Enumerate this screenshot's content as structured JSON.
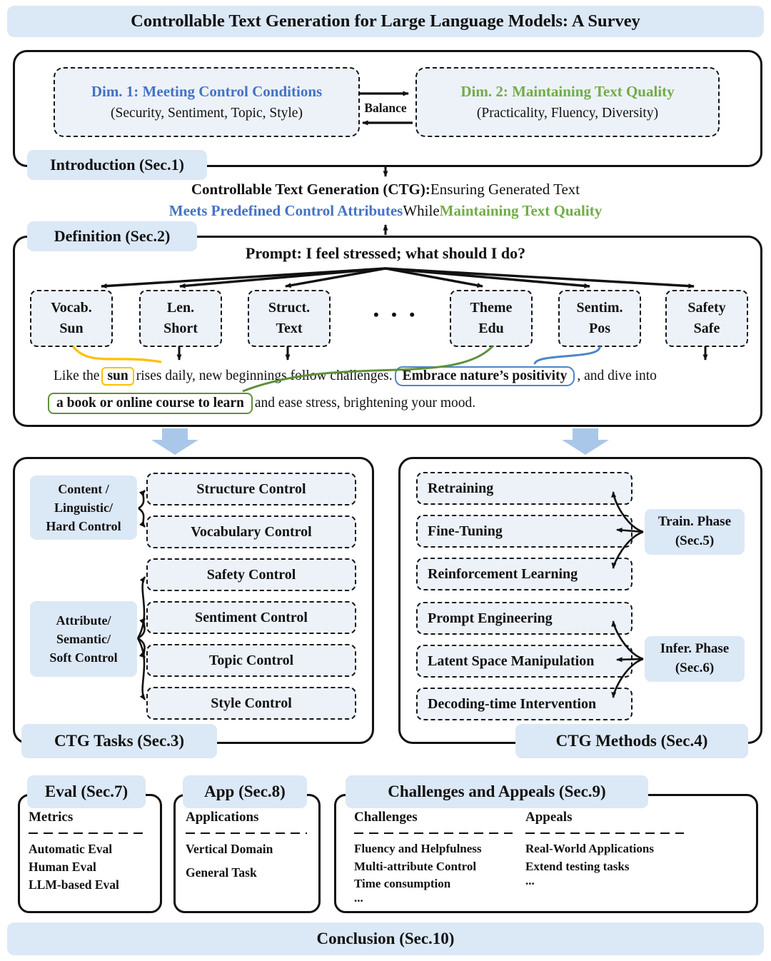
{
  "title": "Controllable Text Generation for Large Language Models: A Survey",
  "intro": {
    "label": "Introduction (Sec.1)",
    "balance": "Balance",
    "dim1": {
      "title": "Dim. 1: Meeting Control Conditions",
      "subtitle": "(Security, Sentiment, Topic, Style)"
    },
    "dim2": {
      "title": "Dim. 2: Maintaining Text Quality",
      "subtitle": "(Practicality, Fluency, Diversity)"
    }
  },
  "ctg_definition": {
    "bold": "Controllable Text Generation (CTG):",
    "rest": " Ensuring Generated Text",
    "blue": "Meets Predefined Control Attributes",
    "mid": " While ",
    "green": "Maintaining Text Quality"
  },
  "definition": {
    "label": "Definition (Sec.2)",
    "prompt": "Prompt:  I feel stressed; what should I do?",
    "ellipsis": "• • •",
    "attributes": [
      {
        "line1": "Vocab.",
        "line2": "Sun"
      },
      {
        "line1": "Len.",
        "line2": "Short"
      },
      {
        "line1": "Struct.",
        "line2": "Text"
      },
      {
        "line1": "Theme",
        "line2": "Edu"
      },
      {
        "line1": "Sentim.",
        "line2": "Pos"
      },
      {
        "line1": "Safety",
        "line2": "Safe"
      }
    ],
    "sentence": {
      "s1": "Like the",
      "hl_yellow": "sun",
      "s2": "rises daily, new beginnings follow challenges.",
      "hl_blue": "Embrace nature’s positivity",
      "s3": ", and dive into",
      "hl_green": "a book or online course to learn",
      "s4": "and ease stress, brightening your mood."
    }
  },
  "tasks": {
    "label": "CTG Tasks (Sec.3)",
    "hard_group": {
      "line1": "Content /",
      "line2": "Linguistic/",
      "line3": "Hard Control"
    },
    "soft_group": {
      "line1": "Attribute/",
      "line2": "Semantic/",
      "line3": "Soft Control"
    },
    "boxes": [
      {
        "label": "Structure Control"
      },
      {
        "label": "Vocabulary Control"
      },
      {
        "label": "Safety Control"
      },
      {
        "label": "Sentiment Control"
      },
      {
        "label": "Topic Control"
      },
      {
        "label": "Style Control"
      }
    ]
  },
  "methods": {
    "label": "CTG Methods (Sec.4)",
    "train_phase": {
      "line1": "Train. Phase",
      "line2": "(Sec.5)"
    },
    "infer_phase": {
      "line1": "Infer. Phase",
      "line2": "(Sec.6)"
    },
    "boxes": [
      {
        "label": "Retraining"
      },
      {
        "label": "Fine-Tuning"
      },
      {
        "label": "Reinforcement Learning"
      },
      {
        "label": "Prompt Engineering"
      },
      {
        "label": "Latent Space Manipulation"
      },
      {
        "label": "Decoding-time Intervention"
      }
    ]
  },
  "eval": {
    "label": "Eval (Sec.7)",
    "header": "Metrics",
    "items": [
      "Automatic Eval",
      "Human Eval",
      "LLM-based Eval"
    ]
  },
  "app": {
    "label": "App (Sec.8)",
    "header": "Applications",
    "items": [
      "Vertical Domain",
      "General Task"
    ]
  },
  "challenges": {
    "label": "Challenges and Appeals (Sec.9)",
    "col1": {
      "header": "Challenges",
      "items": [
        "Fluency and Helpfulness",
        "Multi-attribute Control",
        "Time consumption",
        "..."
      ]
    },
    "col2": {
      "header": "Appeals",
      "items": [
        "Real-World Applications",
        "Extend testing tasks",
        "..."
      ]
    }
  },
  "conclusion": "Conclusion (Sec.10)",
  "colors": {
    "accent_blue": "#4472c4",
    "accent_green": "#70ad47",
    "highlight_yellow": "#ffc000",
    "highlight_blue_border": "#4a86c8",
    "highlight_green_border": "#5f9137",
    "label_background": "#dbe8f6",
    "box_fill": "#edf2f9",
    "block_arrow_blue": "#a9c7e9"
  }
}
